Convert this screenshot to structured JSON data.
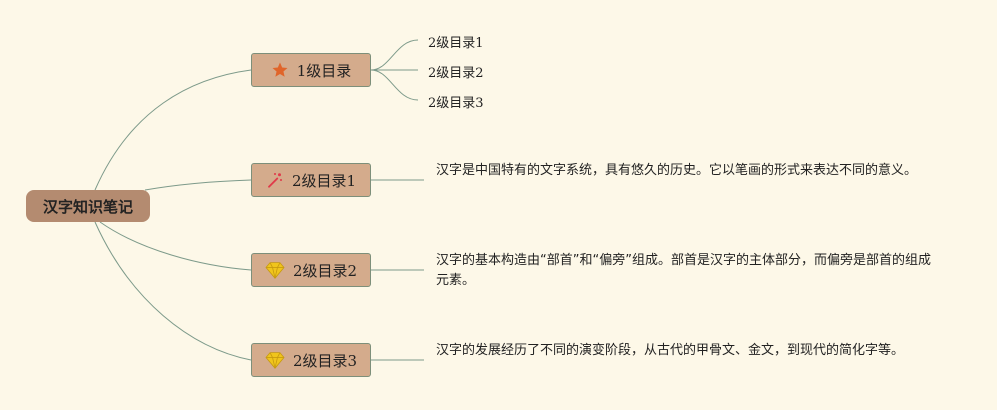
{
  "root": {
    "label": "汉字知识笔记"
  },
  "topics": [
    {
      "label": "1级目录",
      "icon": "star-icon",
      "icon_color": "#e0652a"
    },
    {
      "label": "2级目录1",
      "icon": "sparkle-icon",
      "icon_color": "#e03a4a"
    },
    {
      "label": "2级目录2",
      "icon": "diamond-icon",
      "icon_color": "#f0c51c"
    },
    {
      "label": "2级目录3",
      "icon": "diamond-icon",
      "icon_color": "#f0c51c"
    }
  ],
  "subtopics": [
    "2级目录1",
    "2级目录2",
    "2级目录3"
  ],
  "notes": [
    "汉字是中国特有的文字系统，具有悠久的历史。它以笔画的形式来表达不同的意义。",
    "汉字的基本构造由“部首”和“偏旁”组成。部首是汉字的主体部分，而偏旁是部首的组成元素。",
    "汉字的发展经历了不同的演变阶段，从古代的甲骨文、金文，到现代的简化字等。"
  ],
  "colors": {
    "background": "#fdf8e8",
    "connector": "#7d9a8a",
    "root_fill": "#b48b70",
    "topic_fill": "#d4ab8c"
  }
}
